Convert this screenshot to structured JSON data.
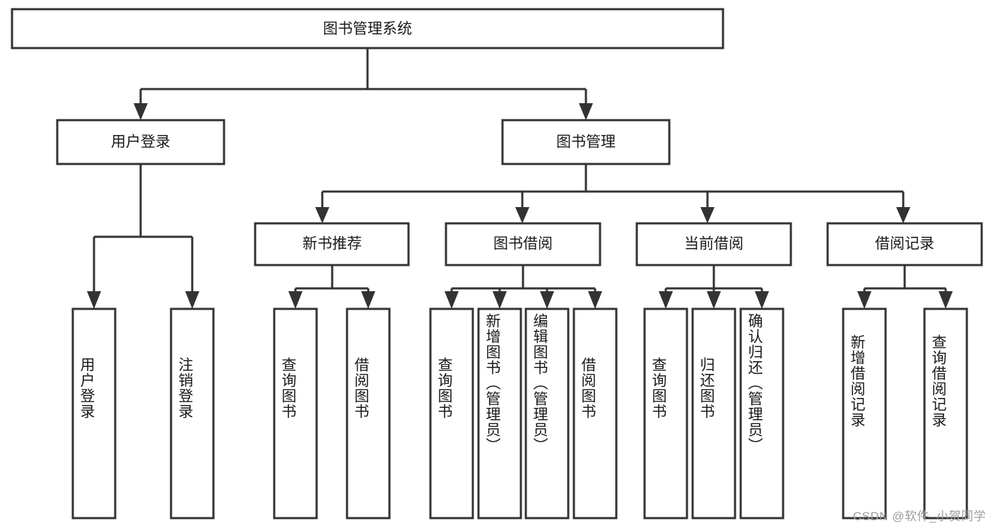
{
  "diagram": {
    "title": "图书管理系统",
    "type": "hierarchy-tree",
    "root": {
      "label": "图书管理系统",
      "orientation": "horizontal"
    },
    "level2": [
      {
        "label": "用户登录",
        "orientation": "horizontal"
      },
      {
        "label": "图书管理",
        "orientation": "horizontal"
      }
    ],
    "level3": [
      {
        "label": "新书推荐",
        "orientation": "horizontal"
      },
      {
        "label": "图书借阅",
        "orientation": "horizontal"
      },
      {
        "label": "当前借阅",
        "orientation": "horizontal"
      },
      {
        "label": "借阅记录",
        "orientation": "horizontal"
      }
    ],
    "leaves": {
      "user_login": [
        {
          "label": "用户登录",
          "orientation": "vertical"
        },
        {
          "label": "注销登录",
          "orientation": "vertical"
        }
      ],
      "new_book_recommend": [
        {
          "label": "查询图书",
          "orientation": "vertical"
        },
        {
          "label": "借阅图书",
          "orientation": "vertical"
        }
      ],
      "book_borrow": [
        {
          "label": "查询图书",
          "orientation": "vertical"
        },
        {
          "label": "新增图书（管理员）",
          "orientation": "vertical"
        },
        {
          "label": "编辑图书（管理员）",
          "orientation": "vertical"
        },
        {
          "label": "借阅图书",
          "orientation": "vertical"
        }
      ],
      "current_borrow": [
        {
          "label": "查询图书",
          "orientation": "vertical"
        },
        {
          "label": "归还图书",
          "orientation": "vertical"
        },
        {
          "label": "确认归还（管理员）",
          "orientation": "vertical"
        }
      ],
      "borrow_record": [
        {
          "label": "新增借阅记录",
          "orientation": "vertical"
        },
        {
          "label": "查询借阅记录",
          "orientation": "vertical"
        }
      ]
    }
  },
  "watermark": {
    "text": "CSDN @软件_小贺同学"
  },
  "colors": {
    "box_stroke": "#333333",
    "box_fill": "#ffffff",
    "text": "#1a1a1a",
    "connector": "#333333",
    "watermark": "#9d9d9d",
    "background": "#ffffff"
  }
}
